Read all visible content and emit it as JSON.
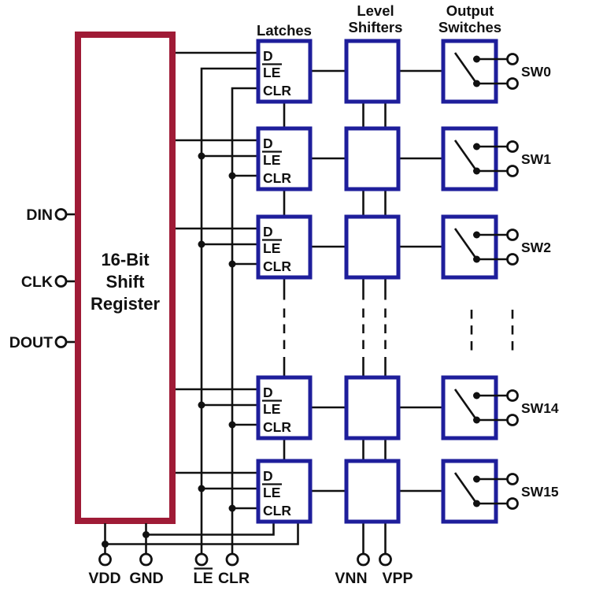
{
  "colors": {
    "register_border": "#9F1B36",
    "block_border": "#1E1E9B",
    "wire": "#111111",
    "text": "#111111",
    "background": "#FFFFFF"
  },
  "shift_register": {
    "label_lines": [
      "16-Bit",
      "Shift",
      "Register"
    ]
  },
  "column_headers": {
    "latches": "Latches",
    "level_shifters": [
      "Level",
      "Shifters"
    ],
    "output_switches": [
      "Output",
      "Switches"
    ]
  },
  "latch_pins": {
    "d": "D",
    "le": "LE",
    "le_overline": true,
    "clr": "CLR"
  },
  "left_pins": [
    {
      "label": "DIN"
    },
    {
      "label": "CLK"
    },
    {
      "label": "DOUT"
    }
  ],
  "switch_rows": [
    {
      "sw_label": "SW0"
    },
    {
      "sw_label": "SW1"
    },
    {
      "sw_label": "SW2"
    },
    {
      "sw_label": "SW14"
    },
    {
      "sw_label": "SW15"
    }
  ],
  "bottom_pins": [
    {
      "label": "VDD",
      "overline": false
    },
    {
      "label": "GND",
      "overline": false
    },
    {
      "label": "LE",
      "overline": true
    },
    {
      "label": "CLR",
      "overline": false
    },
    {
      "label": "VNN",
      "overline": false
    },
    {
      "label": "VPP",
      "overline": false
    }
  ]
}
